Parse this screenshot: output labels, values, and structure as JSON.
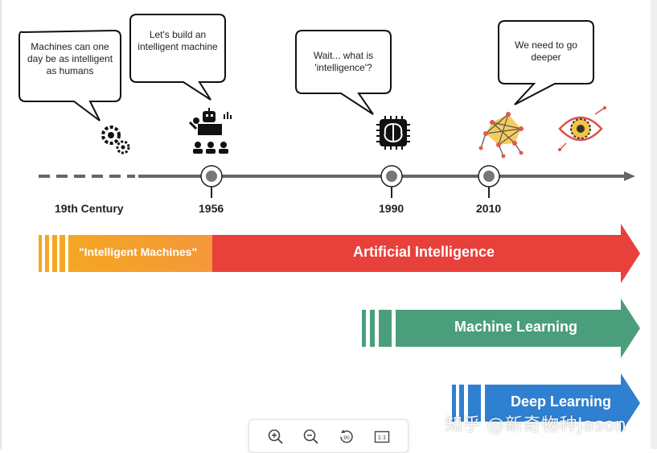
{
  "bubbles": {
    "b1": "Machines can one day be as intelligent as humans",
    "b2": "Let's build an intelligent machine",
    "b3": "Wait...  what is 'intelligence'?",
    "b4": "We need to go deeper"
  },
  "years": [
    "19th Century",
    "1956",
    "1990",
    "2010"
  ],
  "bars": {
    "intelligent_machines": "\"Intelligent Machines\"",
    "ai": "Artificial Intelligence",
    "ml": "Machine Learning",
    "dl": "Deep Learning"
  },
  "colors": {
    "orange": "#f5a623",
    "red": "#e8403a",
    "green": "#4a9e7c",
    "blue": "#2f80d0"
  },
  "icons": [
    "gears-icon",
    "presenter-robot-icon",
    "brain-chip-icon",
    "neural-network-icon",
    "eye-gear-icon"
  ],
  "watermark": "知乎 @新奇物种Jason",
  "toolbar": [
    "zoom-in-icon",
    "zoom-out-icon",
    "rotate-90-icon",
    "actual-size-icon"
  ],
  "toolbar_labels": {
    "rotate": "90",
    "actual": "1:1"
  }
}
